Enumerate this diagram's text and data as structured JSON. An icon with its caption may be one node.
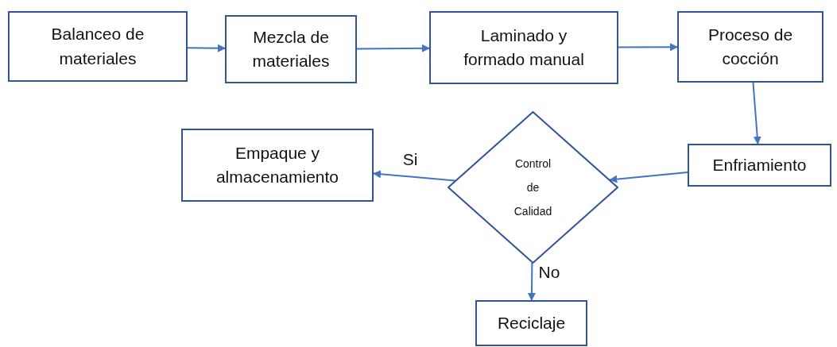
{
  "diagram": {
    "nodes": [
      {
        "text": [
          "Balanceo de materiales"
        ]
      },
      {
        "text": [
          "Mezcla de materiales"
        ]
      },
      {
        "text": [
          "Laminado y formado manual"
        ]
      },
      {
        "text": [
          "Proceso de cocción"
        ]
      },
      {
        "text": [
          "Enfriamiento"
        ]
      },
      {
        "text": [
          "Control de Calidad"
        ]
      },
      {
        "text": [
          "Empaque y almacenamiento"
        ]
      },
      {
        "text": [
          "Reciclaje"
        ]
      }
    ],
    "edges": [
      {
        "from": 0,
        "to": 1,
        "arrow": "to"
      },
      {
        "from": 1,
        "to": 2,
        "arrow": "to"
      },
      {
        "from": 2,
        "to": 3,
        "arrow": "to"
      },
      {
        "from": 3,
        "to": 4,
        "arrow": "to"
      },
      {
        "from": 4,
        "to": 5,
        "arrow": "to"
      },
      {
        "from": 5,
        "to": 6,
        "arrow": "to",
        "label": "Si"
      },
      {
        "from": 5,
        "to": 7,
        "arrow": "to",
        "label": "No"
      }
    ]
  }
}
